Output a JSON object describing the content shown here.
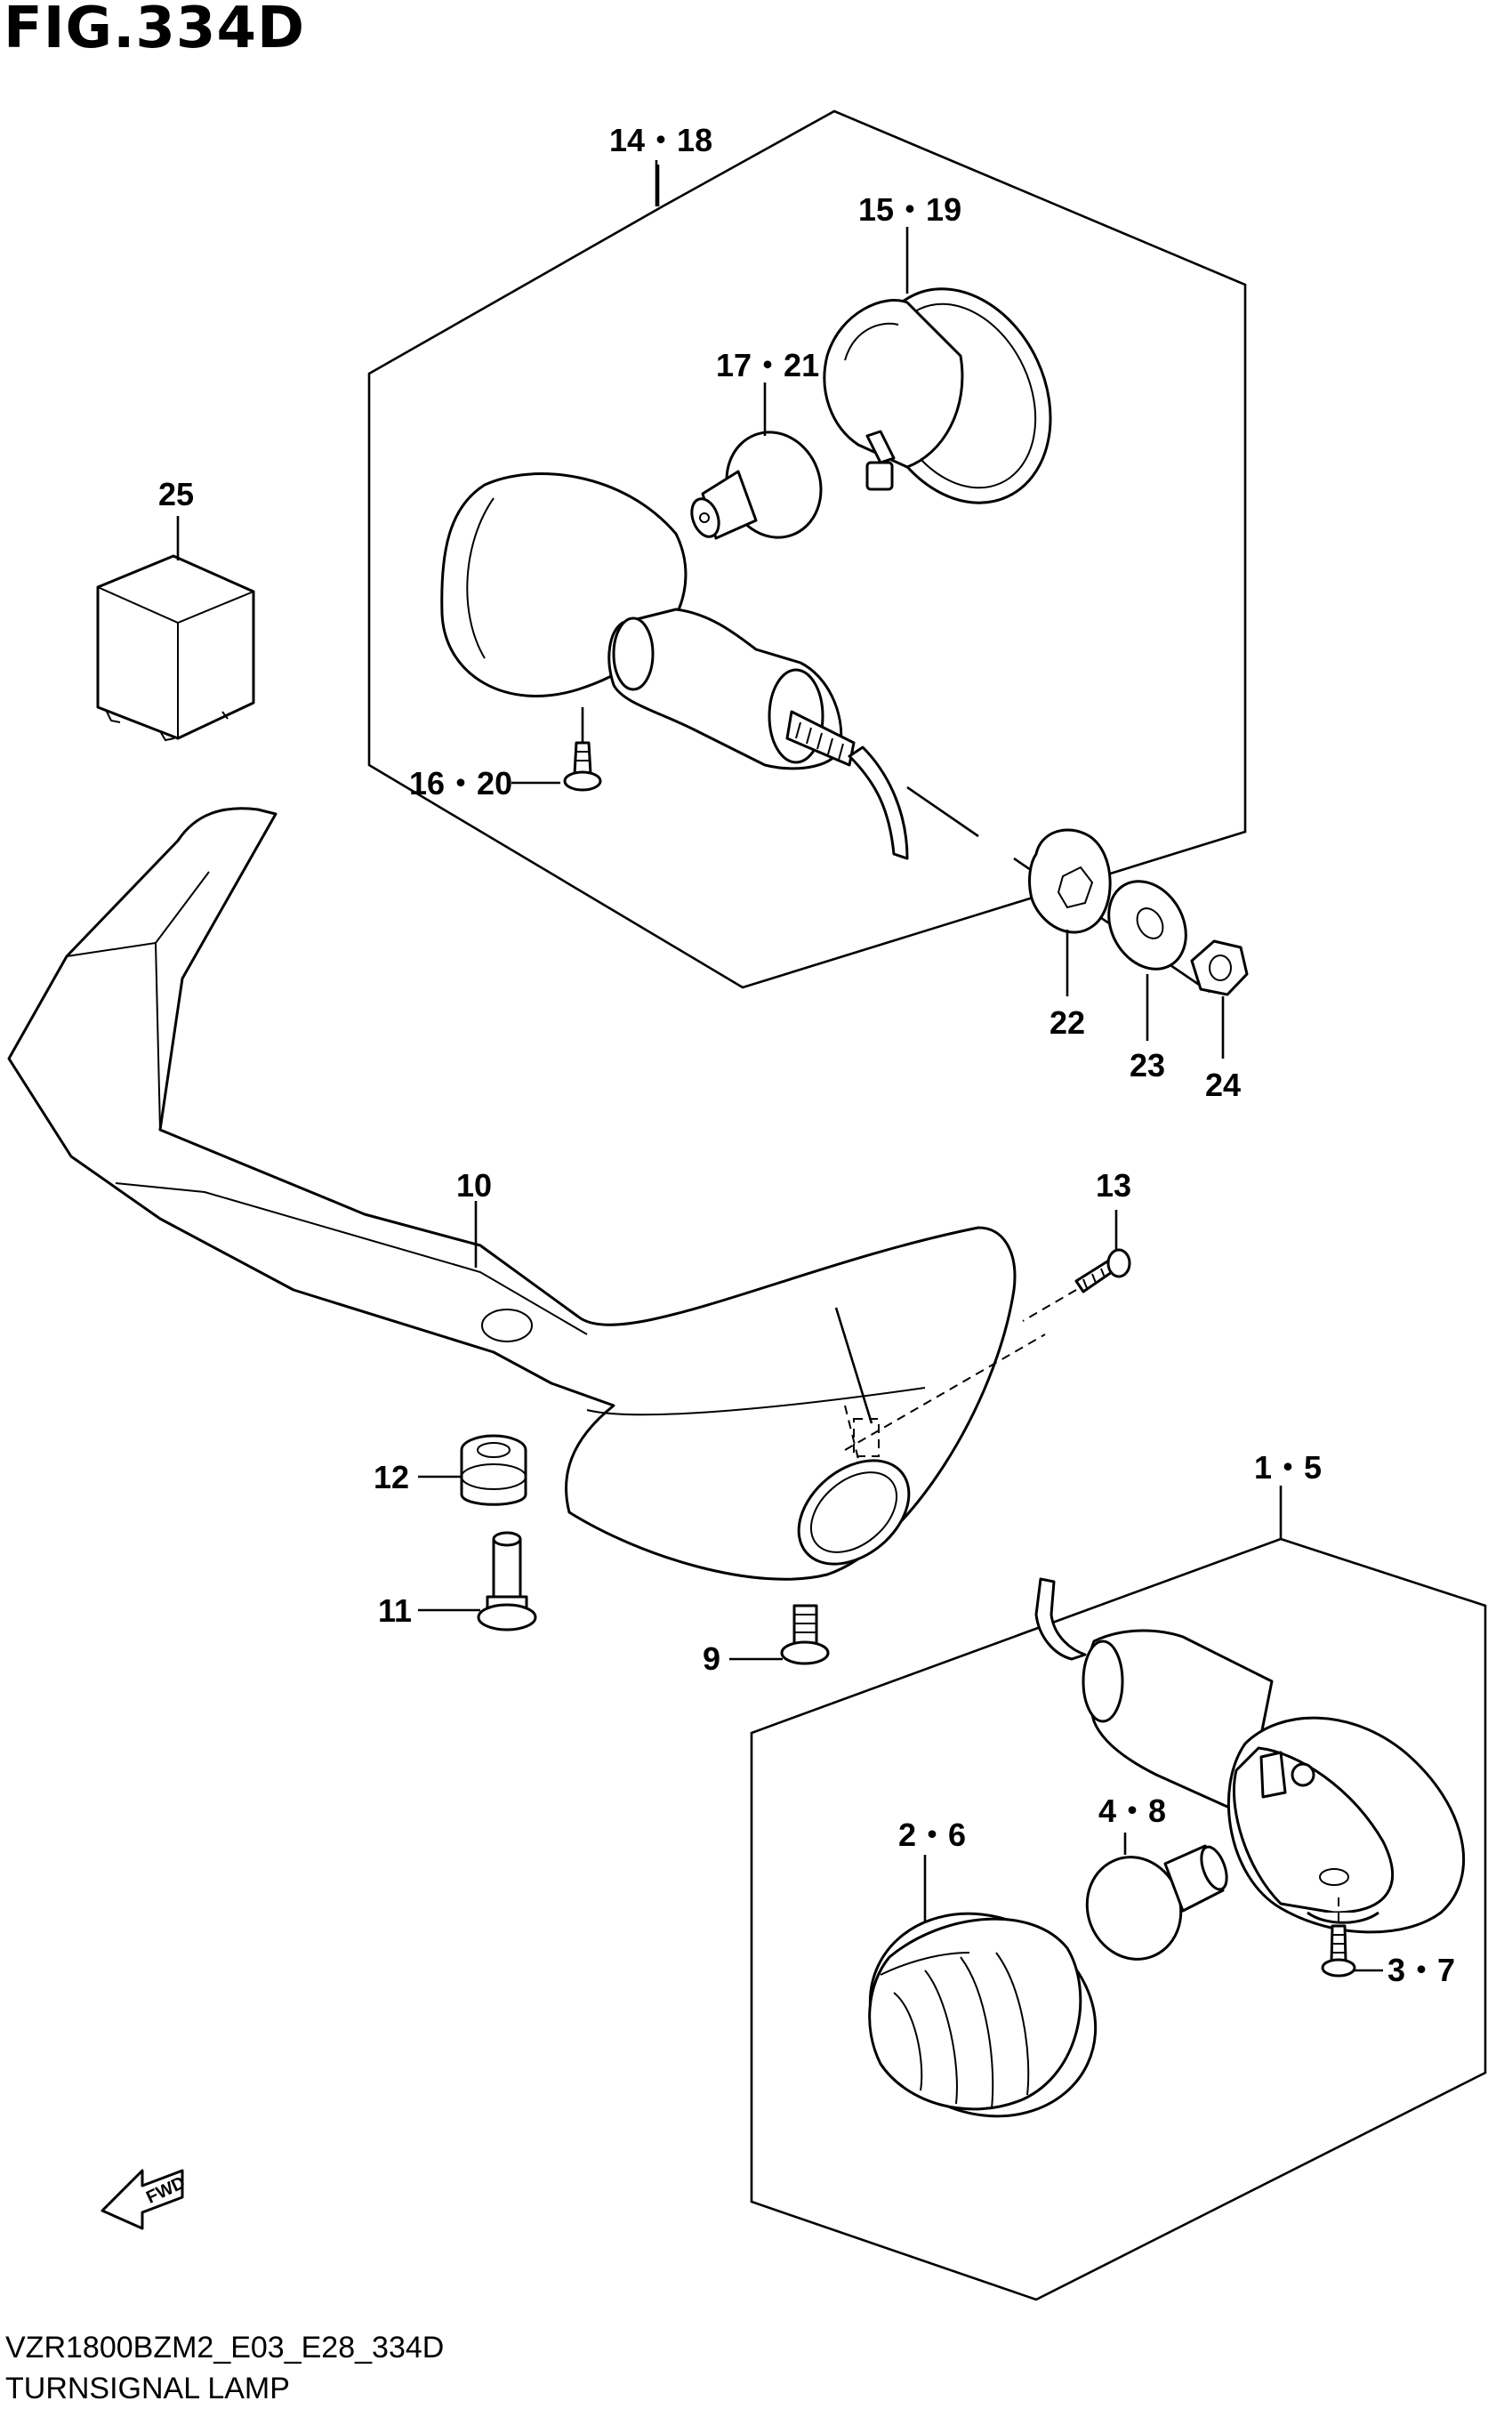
{
  "figure": {
    "title": "FIG.334D",
    "code": "VZR1800BZM2_E03_E28_334D",
    "name": "TURNSIGNAL LAMP"
  },
  "callouts": {
    "c14_18": "14・18",
    "c15_19": "15・19",
    "c17_21": "17・21",
    "c16_20": "16・20",
    "c25": "25",
    "c22": "22",
    "c23": "23",
    "c24": "24",
    "c10": "10",
    "c13": "13",
    "c12": "12",
    "c11": "11",
    "c9": "9",
    "c1_5": "1・5",
    "c2_6": "2・6",
    "c4_8": "4・8",
    "c3_7": "3・7"
  },
  "direction_arrow": {
    "label": "FWD"
  }
}
